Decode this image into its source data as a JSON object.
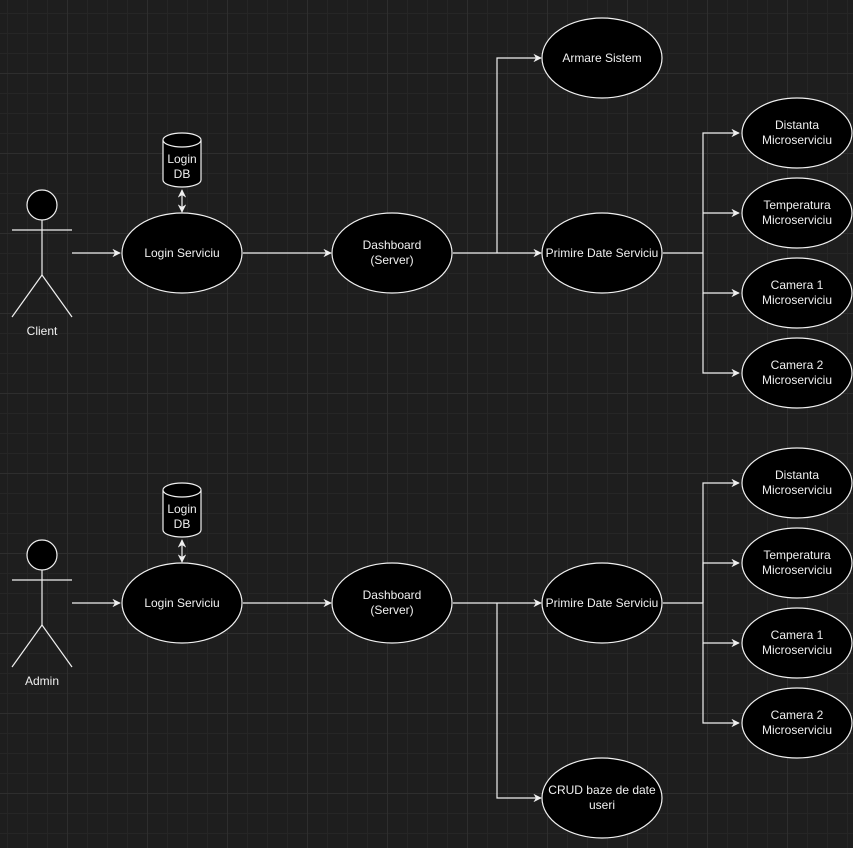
{
  "colors": {
    "background": "#1e1e1e",
    "stroke": "#f0f0f0",
    "fill": "#000000",
    "text": "#f0f0f0"
  },
  "top": {
    "actor": "Client",
    "db": "Login DB",
    "login": "Login Serviciu",
    "dashboard": "Dashboard (Server)",
    "armare": "Armare Sistem",
    "primire": "Primire Date Serviciu",
    "micro": [
      "Distanta Microserviciu",
      "Temperatura Microserviciu",
      "Camera 1 Microserviciu",
      "Camera 2 Microserviciu"
    ]
  },
  "bottom": {
    "actor": "Admin",
    "db": "Login DB",
    "login": "Login Serviciu",
    "dashboard": "Dashboard (Server)",
    "primire": "Primire Date Serviciu",
    "crud": "CRUD baze de date useri",
    "micro": [
      "Distanta Microserviciu",
      "Temperatura Microserviciu",
      "Camera 1 Microserviciu",
      "Camera 2 Microserviciu"
    ]
  }
}
